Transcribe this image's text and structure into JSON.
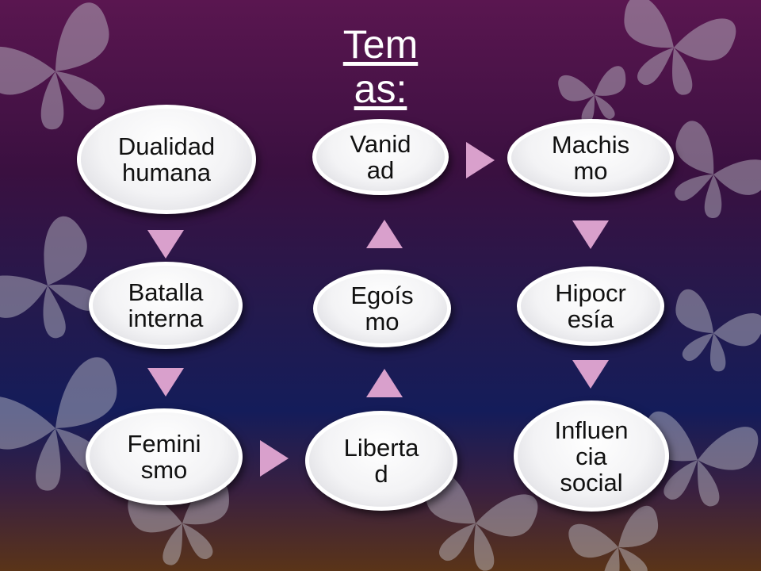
{
  "title": {
    "line1": "Tem",
    "line2": "as:"
  },
  "nodes": {
    "dualidad": {
      "l1": "Dualidad",
      "l2": "humana"
    },
    "batalla": {
      "l1": "Batalla",
      "l2": "interna"
    },
    "feminismo": {
      "l1": "Femini",
      "l2": "smo"
    },
    "libertad": {
      "l1": "Liberta",
      "l2": "d"
    },
    "egoismo": {
      "l1": "Egoís",
      "l2": "mo"
    },
    "vanidad": {
      "l1": "Vanid",
      "l2": "ad"
    },
    "machismo": {
      "l1": "Machis",
      "l2": "mo"
    },
    "hipocresia": {
      "l1": "Hipocr",
      "l2": "esía"
    },
    "influencia": {
      "l1": "Influen",
      "l2": "cia",
      "l3": "social"
    }
  },
  "colors": {
    "arrow": "#d9a0cc",
    "node_fill": "#f3f3f5",
    "node_border": "#ffffff",
    "title": "#ffffff"
  }
}
